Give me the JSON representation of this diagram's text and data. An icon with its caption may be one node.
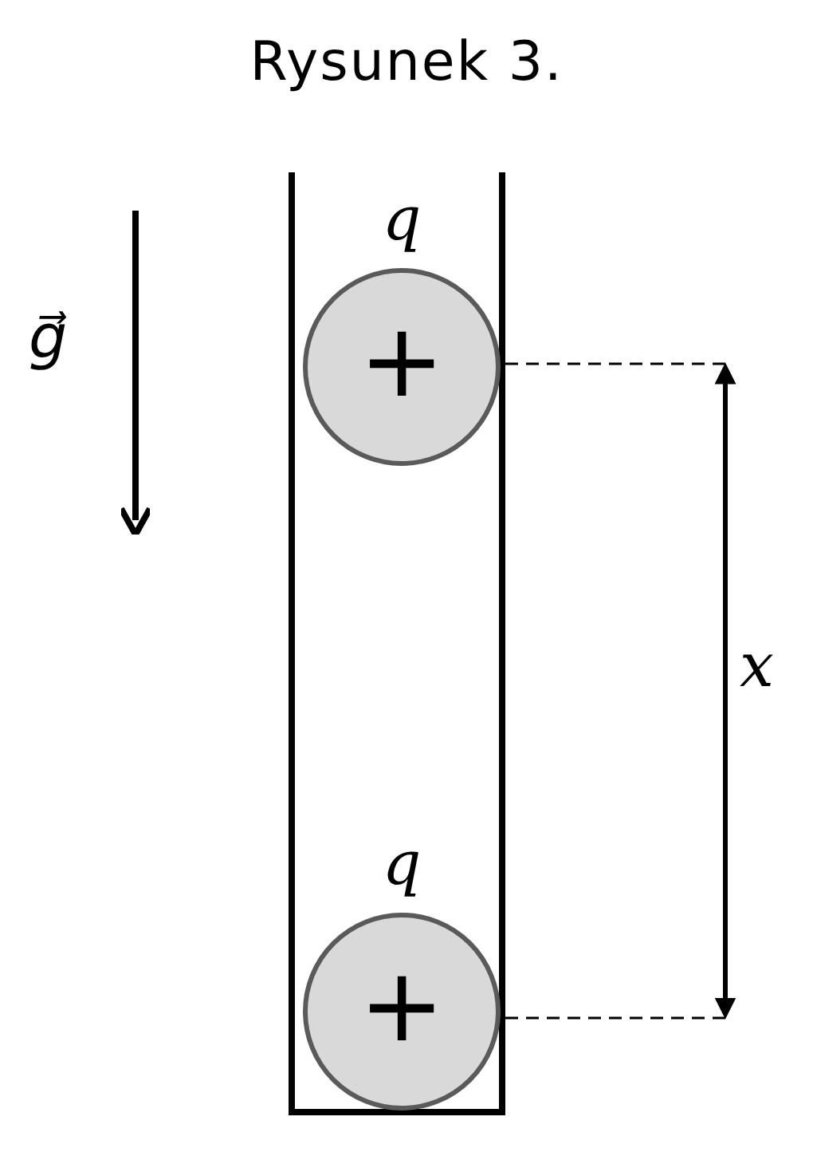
{
  "diagram": {
    "title": "Rysunek 3.",
    "nodes": [
      {
        "text": [
          "+"
        ],
        "beside": [
          "q"
        ]
      },
      {
        "text": [
          "+"
        ],
        "beside": [
          "q"
        ]
      }
    ],
    "labels": [
      "g⃗",
      "x"
    ]
  }
}
